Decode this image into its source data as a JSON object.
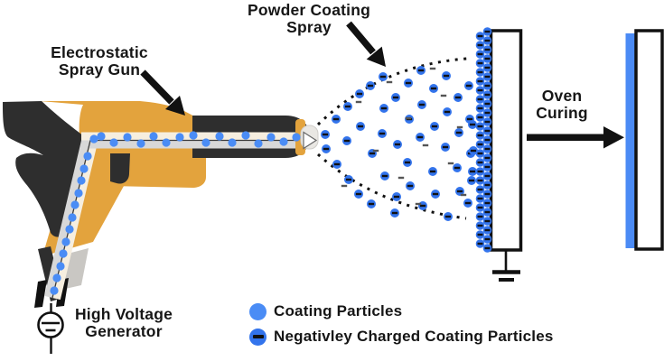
{
  "labels": {
    "powder_spray": {
      "line1": "Powder Coating",
      "line2": "Spray"
    },
    "spray_gun": {
      "line1": "Electrostatic",
      "line2": "Spray Gun"
    },
    "oven_curing": {
      "line1": "Oven",
      "line2": "Curing"
    },
    "hv_generator": {
      "line1": "High Voltage",
      "line2": "Generator"
    }
  },
  "legend": {
    "items": [
      {
        "icon": "coating-particle-icon",
        "label": "Coating Particles"
      },
      {
        "icon": "charged-particle-icon",
        "label": "Negativley Charged Coating Particles"
      }
    ]
  },
  "colors": {
    "ink": "#161616",
    "gun_orange": "#E3A33D",
    "gun_dark": "#2E2E2E",
    "tube_cream": "#F6EEDF",
    "tube_gray": "#D8D8D8",
    "connector_gray": "#C9C7C3",
    "particle_blue": "#4A8CF5",
    "charged_blue": "#3374EC",
    "coating_stripe": "#4B8BF5",
    "minus_mark": "#555555"
  }
}
